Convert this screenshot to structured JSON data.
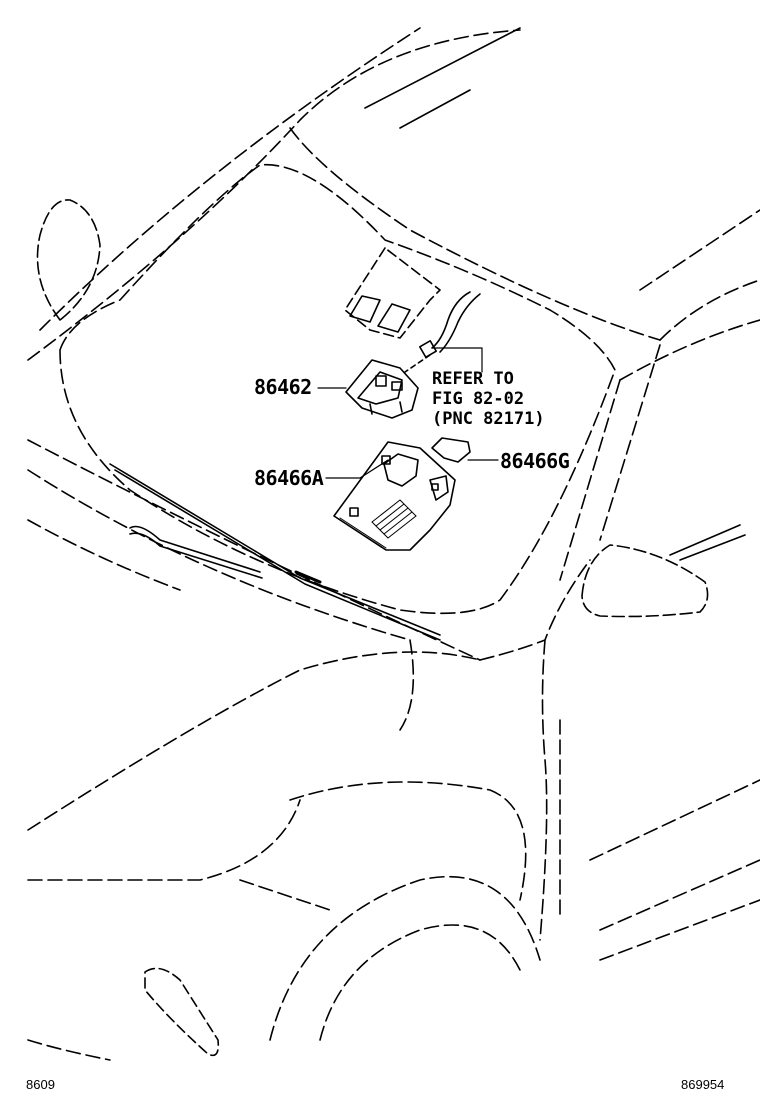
{
  "labels": {
    "part_86462": "86462",
    "part_86466A": "86466A",
    "part_86466G": "86466G",
    "reference_line1": "REFER TO",
    "reference_line2": "FIG 82-02",
    "reference_line3": "(PNC 82171)"
  },
  "footer": {
    "left_code": "8609",
    "right_code": "869954"
  },
  "colors": {
    "line": "#000000",
    "background": "#ffffff"
  }
}
